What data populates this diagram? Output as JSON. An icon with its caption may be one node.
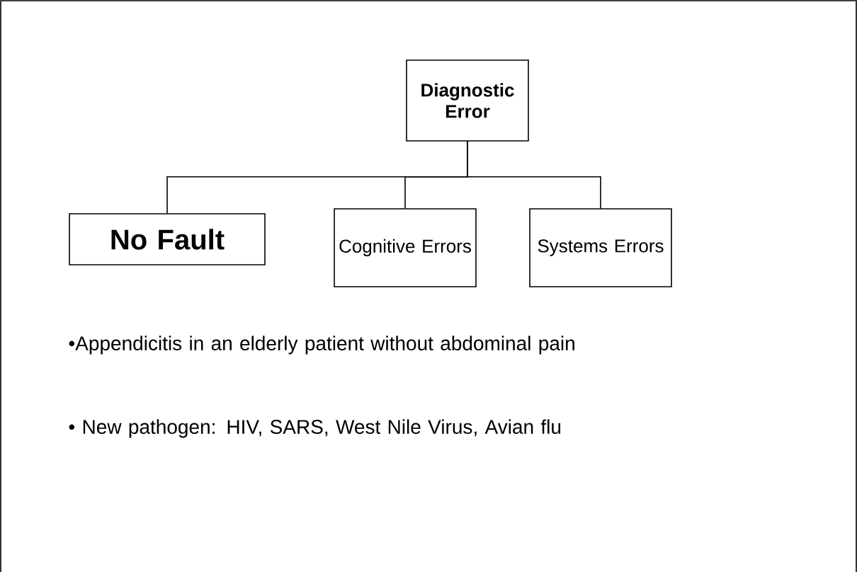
{
  "diagram": {
    "nodes": [
      {
        "text": [
          "Diagnostic Error"
        ]
      },
      {
        "text": [
          "No Fault"
        ]
      },
      {
        "text": [
          "Cognitive Errors"
        ]
      },
      {
        "text": [
          "Systems Errors"
        ]
      }
    ],
    "edges": [
      {
        "from": 0,
        "to": 1,
        "arrow": "none"
      },
      {
        "from": 0,
        "to": 2,
        "arrow": "none"
      },
      {
        "from": 0,
        "to": 3,
        "arrow": "none"
      }
    ],
    "labels": [
      "•Appendicitis in an elderly patient without abdominal pain",
      "• New pathogen: HIV, SARS, West Nile Virus, Avian flu"
    ]
  }
}
